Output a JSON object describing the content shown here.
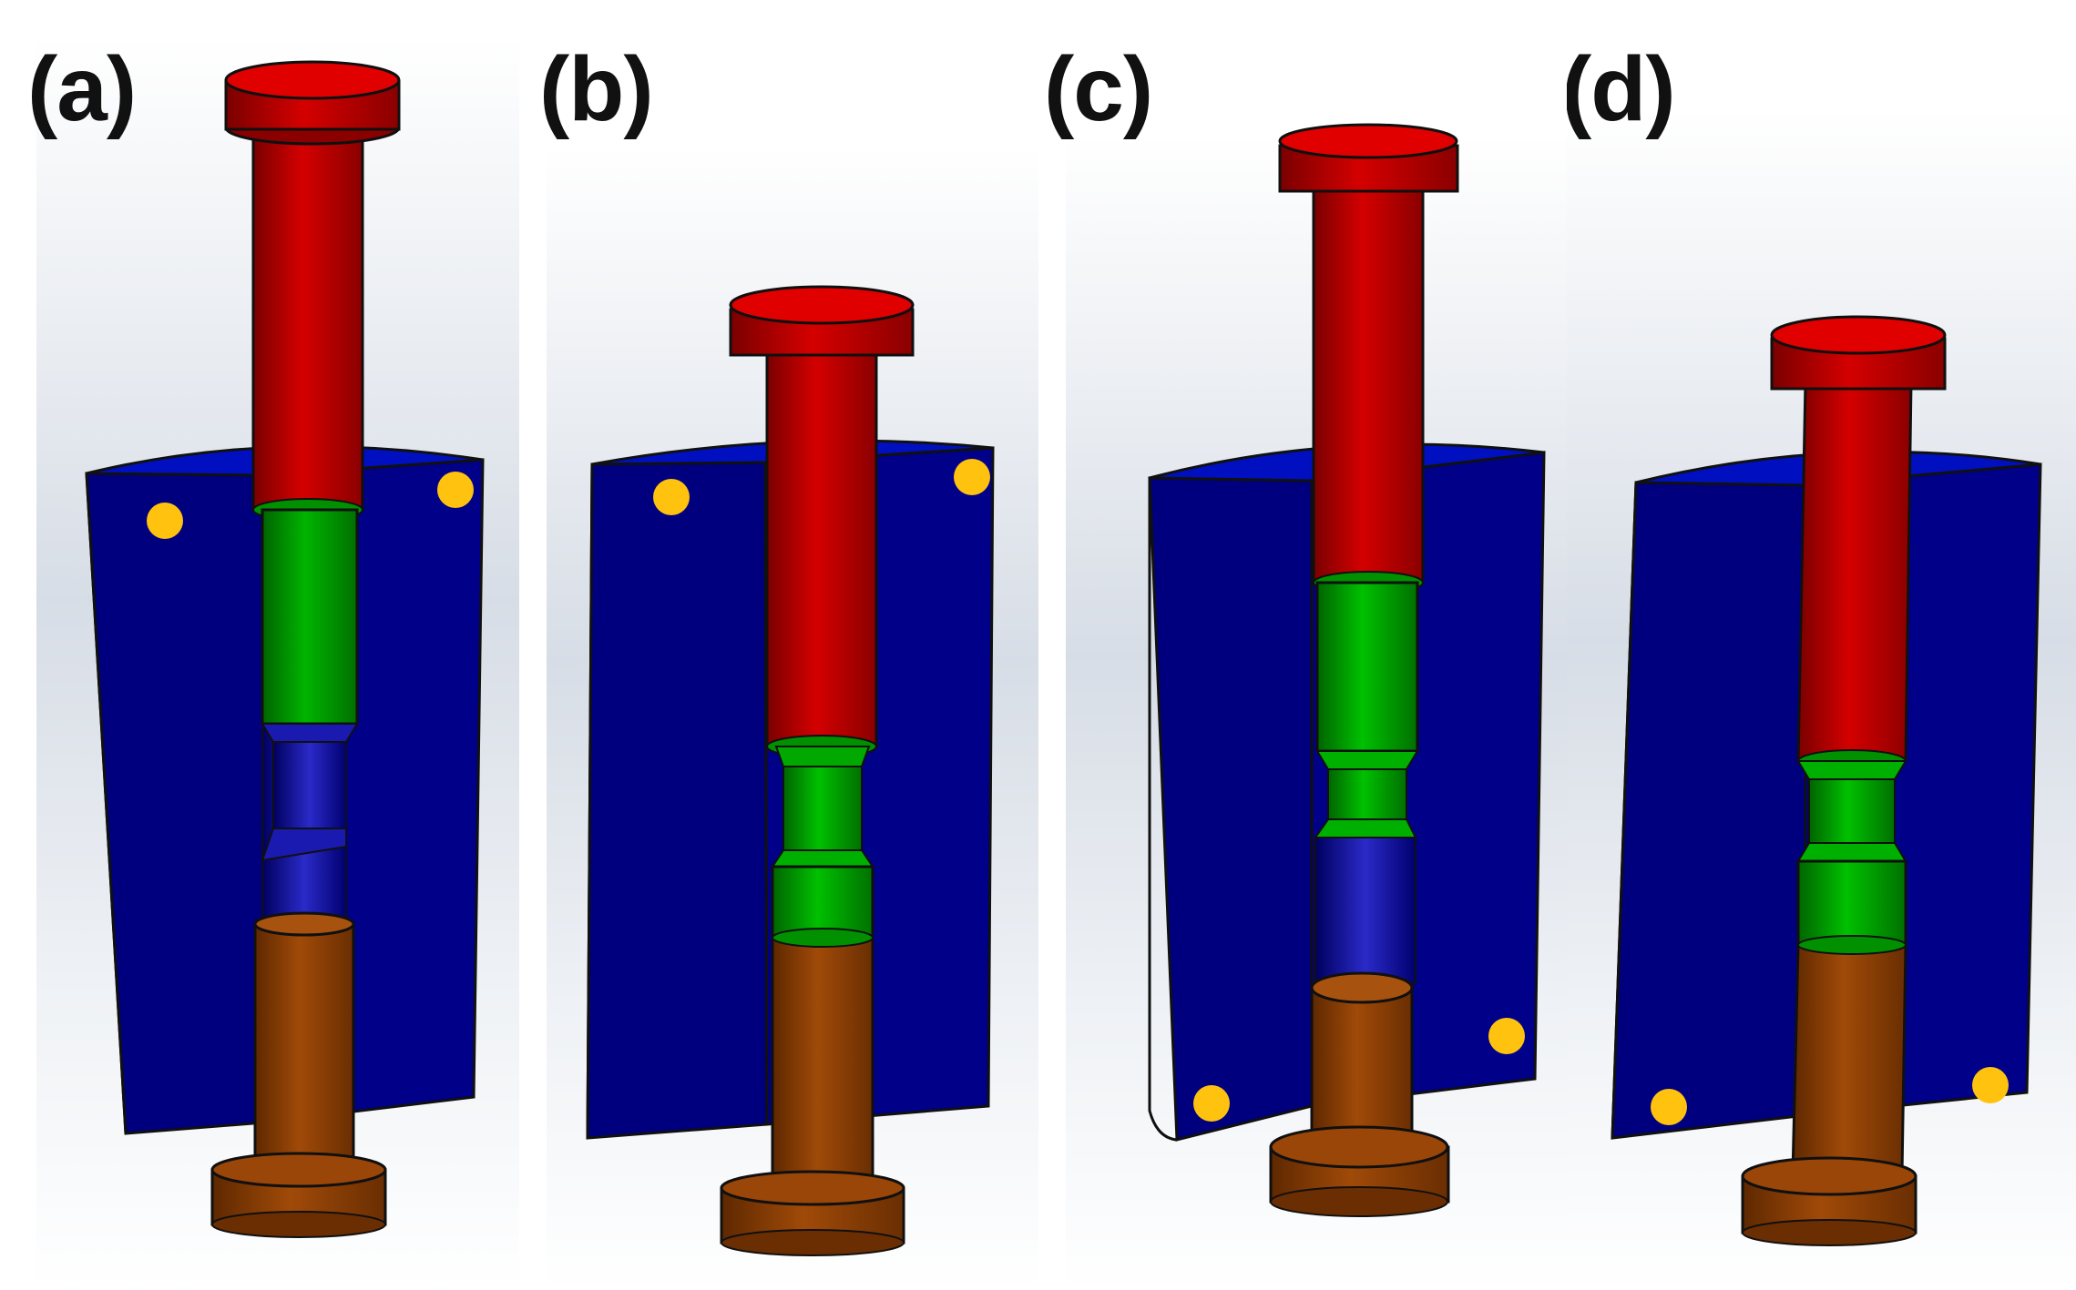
{
  "panels": [
    {
      "id": "a",
      "label": "(a)"
    },
    {
      "id": "b",
      "label": "(b)"
    },
    {
      "id": "c",
      "label": "(c)"
    },
    {
      "id": "d",
      "label": "(d)"
    }
  ],
  "colors": {
    "die_body": "#00007f",
    "upper_punch": "#c40000",
    "billet": "#00a800",
    "lower_punch": "#8a3d06",
    "marker": "#ffc20e",
    "outline": "#101010",
    "backdrop_light": "#ffffff",
    "backdrop_dark": "#d7dde6"
  }
}
